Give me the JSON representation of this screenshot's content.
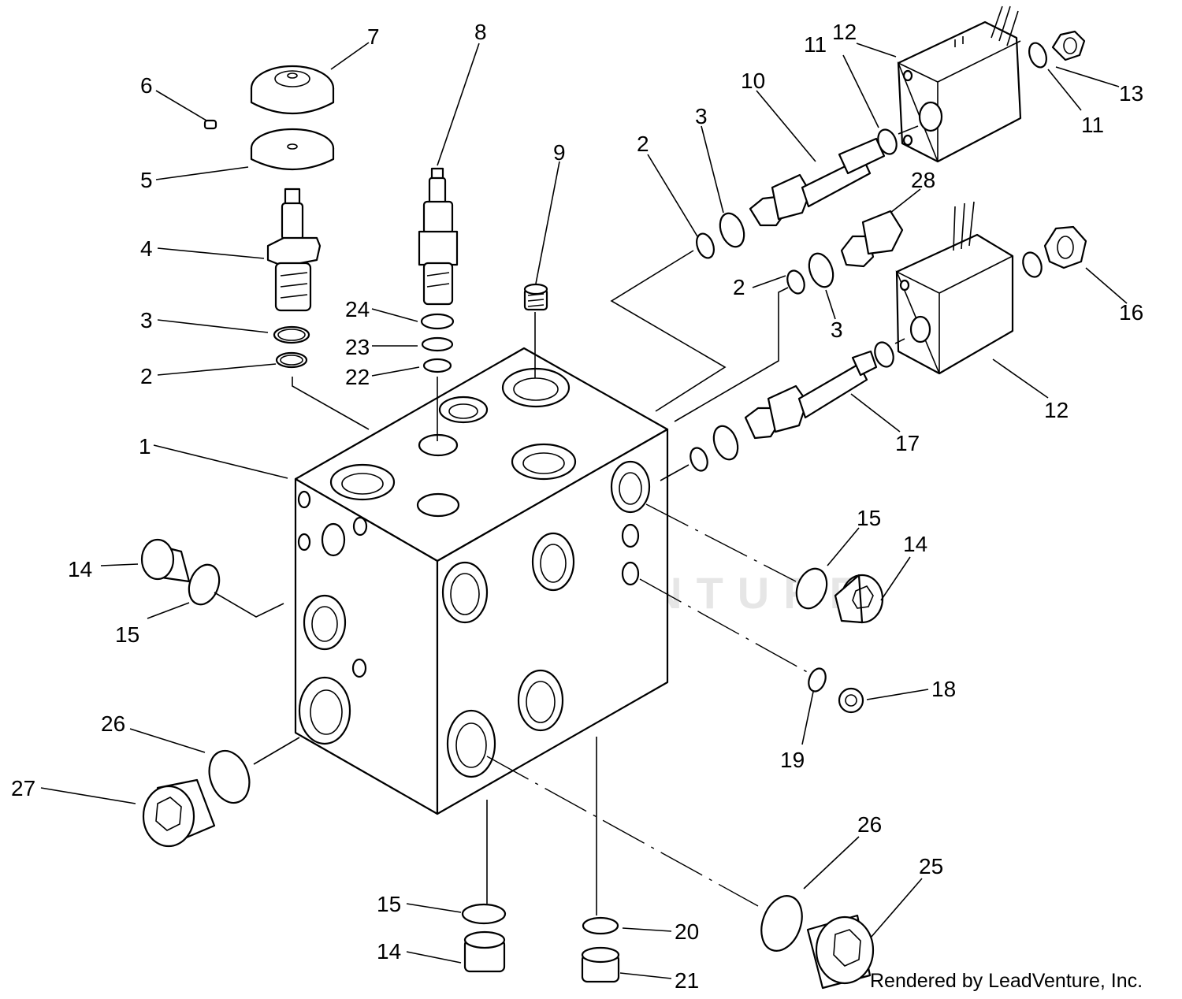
{
  "watermark": "LEADVENTURE",
  "credit": "Rendered by LeadVenture, Inc.",
  "callouts": {
    "c1": "1",
    "c2a": "2",
    "c2b": "2",
    "c2c": "2",
    "c3a": "3",
    "c3b": "3",
    "c3c": "3",
    "c4": "4",
    "c5": "5",
    "c6": "6",
    "c7": "7",
    "c8": "8",
    "c9": "9",
    "c10": "10",
    "c11a": "11",
    "c11b": "11",
    "c12a": "12",
    "c12b": "12",
    "c13": "13",
    "c14a": "14",
    "c14b": "14",
    "c14c": "14",
    "c15a": "15",
    "c15b": "15",
    "c15c": "15",
    "c16": "16",
    "c17": "17",
    "c18": "18",
    "c19": "19",
    "c20": "20",
    "c21": "21",
    "c22": "22",
    "c23": "23",
    "c24": "24",
    "c25": "25",
    "c26a": "26",
    "c26b": "26",
    "c27": "27",
    "c28": "28"
  }
}
